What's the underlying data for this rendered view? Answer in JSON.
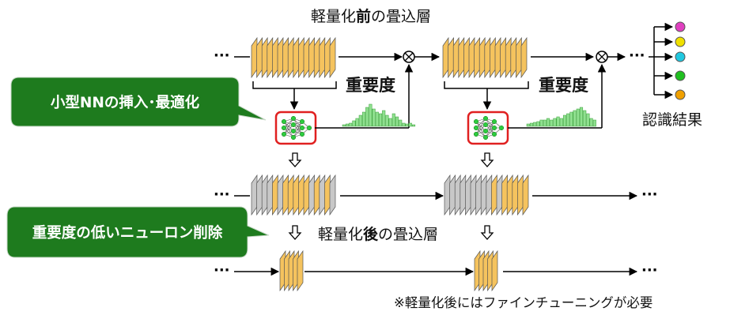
{
  "title_before": {
    "part1": "軽量化",
    "part2": "前",
    "part3": "の畳込層"
  },
  "title_after": {
    "part1": "軽量化",
    "part2": "後",
    "part3": "の畳込層"
  },
  "importance_label_1": "重要度",
  "importance_label_2": "重要度",
  "callout_insert": "小型NNの挿入･最適化",
  "callout_delete": "重要度の低いニューロン削除",
  "result_label": "認識結果",
  "footnote": "※軽量化後にはファインチューニングが必要",
  "colors": {
    "callout_green": "#1e7b1e",
    "layer_orange": "#f5c35e",
    "layer_grey": "#c8c8c8",
    "histogram_green": "#8fe08f",
    "nn_box_red": "#e02020",
    "output_dots": [
      "#e040c0",
      "#f0e000",
      "#20c8e0",
      "#20c020",
      "#f0a000"
    ]
  }
}
